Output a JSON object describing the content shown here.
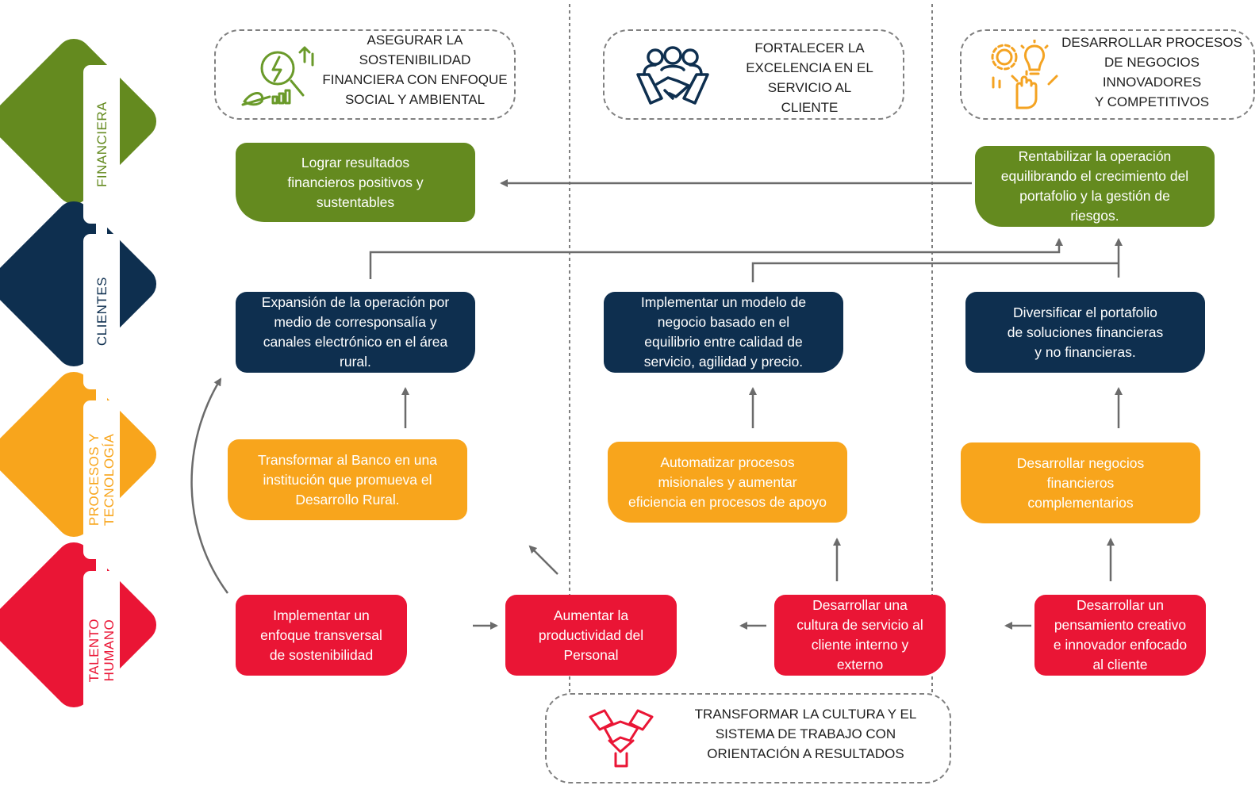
{
  "colors": {
    "green": "#648a1f",
    "navy": "#0e2f4f",
    "orange": "#f8a51c",
    "red": "#ea1535",
    "arrow": "#6b6b6b"
  },
  "perspectives": {
    "financiera": "FINANCIERA",
    "clientes": "CLIENTES",
    "procesos_line1": "PROCESOS Y",
    "procesos_line2": "TECNOLOGÍA",
    "talento_line1": "TALENTO",
    "talento_line2": "HUMANO"
  },
  "themes": {
    "sostenibilidad": {
      "line1": "ASEGURAR LA",
      "line2": "SOSTENIBILIDAD",
      "line3": "FINANCIERA CON ENFOQUE",
      "line4": "SOCIAL Y AMBIENTAL",
      "icon": "sustainability-growth-icon"
    },
    "excelencia": {
      "line1": "FORTALECER LA",
      "line2": "EXCELENCIA EN EL",
      "line3": "SERVICIO AL",
      "line4": "CLIENTE",
      "icon": "handshake-team-icon"
    },
    "innovacion": {
      "line1": "DESARROLLAR PROCESOS",
      "line2": "DE NEGOCIOS",
      "line3": "INNOVADORES",
      "line4": "Y COMPETITIVOS",
      "icon": "innovation-gears-bulb-icon"
    },
    "cultura": {
      "line1": "TRANSFORMAR LA CULTURA Y EL",
      "line2": "SISTEMA DE TRABAJO CON",
      "line3": "ORIENTACIÓN A RESULTADOS",
      "icon": "hands-together-icon"
    }
  },
  "objectives": {
    "fin_resultados": [
      "Lograr resultados",
      "financieros positivos y",
      "sustentables"
    ],
    "fin_rentabilizar": [
      "Rentabilizar la operación",
      "equilibrando el crecimiento del",
      "portafolio y la gestión de",
      "riesgos."
    ],
    "cli_expansion": [
      "Expansión de la operación por",
      "medio de corresponsalía y",
      "canales electrónico en el área",
      "rural."
    ],
    "cli_modelo": [
      "Implementar un modelo de",
      "negocio basado en el",
      "equilibrio entre calidad de",
      "servicio, agilidad y precio."
    ],
    "cli_diversificar": [
      "Diversificar el portafolio",
      "de soluciones financieras",
      "y no financieras."
    ],
    "pro_transformar": [
      "Transformar al Banco en una",
      "institución que promueva el",
      "Desarrollo Rural."
    ],
    "pro_automatizar": [
      "Automatizar procesos",
      "misionales y aumentar",
      "eficiencia en procesos de apoyo"
    ],
    "pro_negocios": [
      "Desarrollar negocios",
      "financieros",
      "complementarios"
    ],
    "th_enfoque": [
      "Implementar un",
      "enfoque transversal",
      "de sostenibilidad"
    ],
    "th_productividad": [
      "Aumentar la",
      "productividad del",
      "Personal"
    ],
    "th_cultura": [
      "Desarrollar una",
      "cultura de servicio al",
      "cliente interno y",
      "externo"
    ],
    "th_pensamiento": [
      "Desarrollar un",
      "pensamiento creativo",
      "e innovador enfocado",
      "al cliente"
    ]
  }
}
